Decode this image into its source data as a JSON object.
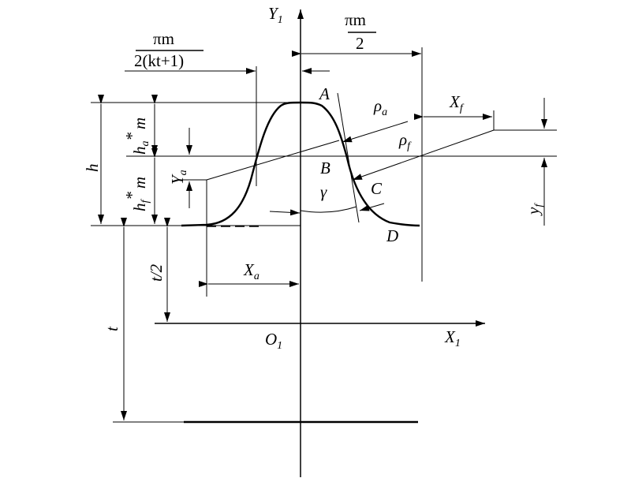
{
  "diagram": {
    "axes": {
      "y_axis": "Y",
      "y_axis_sub": "1",
      "x_axis": "X",
      "x_axis_sub": "1",
      "origin": "O",
      "origin_sub": "1"
    },
    "points": {
      "A": "A",
      "B": "B",
      "C": "C",
      "D": "D"
    },
    "dims": {
      "half_pitch_num": "πm",
      "half_pitch_den": "2",
      "root_pitch_num": "πm",
      "root_pitch_den": "2(kt+1)",
      "h": "h",
      "ha_coef": "h",
      "ha_sub": "a",
      "ha_star": "*",
      "ha_m": "m",
      "hf_coef": "h",
      "hf_sub": "f",
      "hf_star": "*",
      "hf_m": "m",
      "Ya": "Y",
      "Ya_sub": "a",
      "Xa": "X",
      "Xa_sub": "a",
      "Xf": "X",
      "Xf_sub": "f",
      "yf": "y",
      "yf_sub": "f",
      "rho_a": "ρ",
      "rho_a_sub": "a",
      "rho_f": "ρ",
      "rho_f_sub": "f",
      "gamma": "γ",
      "t_half": "t/2",
      "t": "t"
    }
  }
}
